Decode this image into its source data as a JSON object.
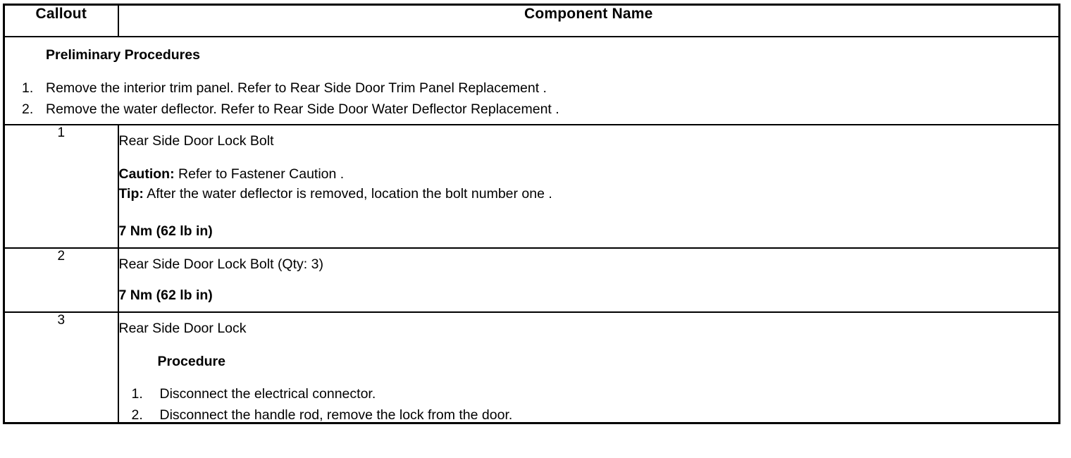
{
  "table": {
    "headers": {
      "callout": "Callout",
      "component_name": "Component Name"
    },
    "preliminary": {
      "heading": "Preliminary Procedures",
      "steps": [
        {
          "num": "1.",
          "text": "Remove the interior trim panel. Refer to Rear Side Door Trim Panel Replacement ."
        },
        {
          "num": "2.",
          "text": "Remove the water deflector. Refer to Rear Side Door Water Deflector Replacement ."
        }
      ]
    },
    "rows": [
      {
        "callout": "1",
        "title": "Rear Side Door Lock Bolt",
        "notes": [
          {
            "label": "Caution:",
            "text": " Refer to Fastener Caution ."
          },
          {
            "label": "Tip:",
            "text": " After the water deflector is removed, location the bolt number one ."
          }
        ],
        "torque": "7 Nm (62 lb in)"
      },
      {
        "callout": "2",
        "title": "Rear Side Door Lock Bolt (Qty: 3)",
        "torque": "7 Nm (62 lb in)"
      },
      {
        "callout": "3",
        "title": "Rear Side Door Lock",
        "procedure_heading": "Procedure",
        "procedure_steps": [
          {
            "num": "1.",
            "text": "Disconnect the electrical connector."
          },
          {
            "num": "2.",
            "text": "Disconnect the handle rod, remove the lock from the door."
          }
        ]
      }
    ]
  }
}
